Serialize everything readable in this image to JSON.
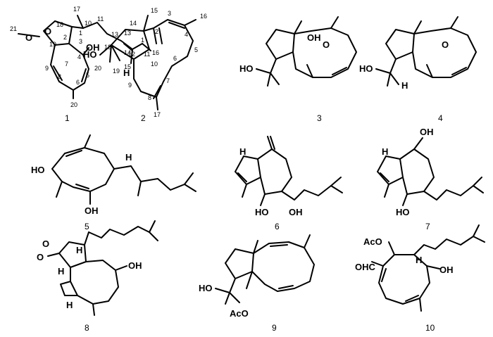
{
  "compounds": [
    {
      "label": "1"
    },
    {
      "label": "2"
    },
    {
      "label": "3"
    },
    {
      "label": "4"
    },
    {
      "label": "5"
    },
    {
      "label": "6"
    },
    {
      "label": "7"
    },
    {
      "label": "8"
    },
    {
      "label": "9"
    },
    {
      "label": "10"
    }
  ],
  "atoms": {
    "oh": "OH",
    "ho": "HO",
    "h": "H",
    "o": "O",
    "aco": "AcO",
    "ohc": "OHC"
  },
  "locants_1": [
    "17",
    "18",
    "10",
    "11",
    "13",
    "16",
    "14",
    "15",
    "1",
    "2",
    "3",
    "19",
    "21",
    "9",
    "7",
    "4",
    "5",
    "8",
    "6",
    "20"
  ],
  "locants_2": [
    "15",
    "14",
    "3",
    "16",
    "13",
    "1",
    "2",
    "4",
    "18",
    "11",
    "5",
    "12",
    "6",
    "10",
    "20",
    "19",
    "9",
    "7",
    "8",
    "17"
  ]
}
